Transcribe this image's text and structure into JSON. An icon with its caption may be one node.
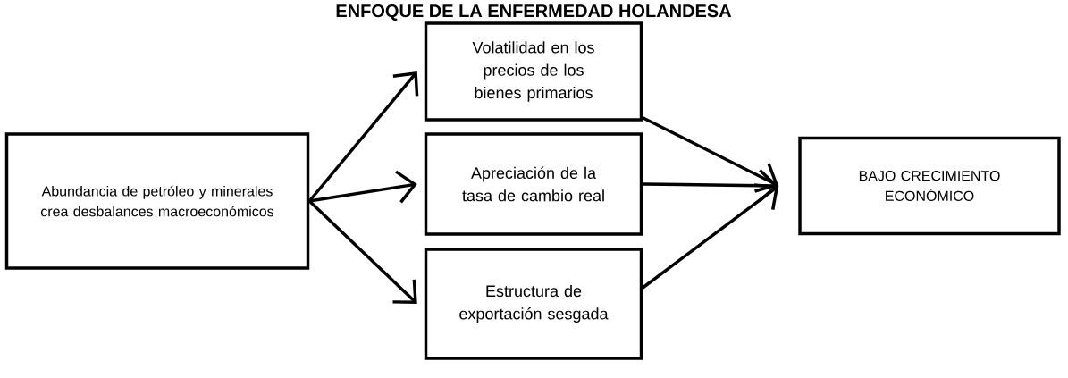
{
  "diagram": {
    "title": "ENFOQUE DE LA ENFERMEDAD HOLANDESA",
    "nodes": [
      {
        "text": [
          "Abundancia de petróleo y minerales crea desbalances macroeconómicos"
        ]
      },
      {
        "text": [
          "Volatilidad en los precios de los bienes primarios"
        ]
      },
      {
        "text": [
          "Apreciación de la tasa de cambio real"
        ]
      },
      {
        "text": [
          "Estructura de exportación sesgada"
        ]
      },
      {
        "text": [
          "BAJO CRECIMIENTO ECONÓMICO"
        ]
      }
    ],
    "edges": [
      {
        "from": 0,
        "to": 1,
        "arrow": "to"
      },
      {
        "from": 0,
        "to": 2,
        "arrow": "to"
      },
      {
        "from": 0,
        "to": 3,
        "arrow": "to"
      },
      {
        "from": 1,
        "to": 4,
        "arrow": "to"
      },
      {
        "from": 2,
        "to": 4,
        "arrow": "to"
      },
      {
        "from": 3,
        "to": 4,
        "arrow": "to"
      }
    ]
  }
}
